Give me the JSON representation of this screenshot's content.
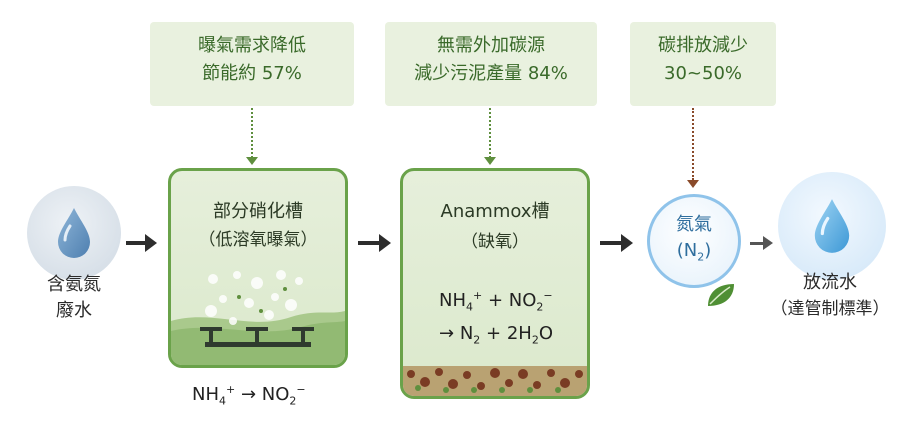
{
  "benefits": [
    {
      "line1": "曝氣需求降低",
      "line2": "節能約 57%"
    },
    {
      "line1": "無需外加碳源",
      "line2": "減少污泥產量 84%"
    },
    {
      "line1": "碳排放減少",
      "line2": "30~50%"
    }
  ],
  "input": {
    "line1": "含氨氮",
    "line2": "廢水"
  },
  "tank1": {
    "title": "部分硝化槽",
    "subtitle": "（低溶氧曝氣）",
    "eq": {
      "a": "NH",
      "a_sub": "4",
      "a_sup": "+",
      "arrow": "→",
      "b": "NO",
      "b_sub": "2",
      "b_sup": "−"
    }
  },
  "tank2": {
    "title": "Anammox槽",
    "subtitle": "（缺氧）",
    "eq1": {
      "a": "NH",
      "a_sub": "4",
      "a_sup": "+",
      "plus": "+",
      "b": "NO",
      "b_sub": "2",
      "b_sup": "−"
    },
    "eq2": {
      "arrow": "→",
      "a": "N",
      "a_sub": "2",
      "plus": "+",
      "b": "2H",
      "b_sub": "2",
      "b_tail": "O"
    }
  },
  "gas": {
    "line1": "氮氣",
    "line2_a": "(N",
    "line2_sub": "2",
    "line2_b": ")"
  },
  "output": {
    "line1": "放流水",
    "line2": "（達管制標準）"
  },
  "colors": {
    "green": "#6aa24a",
    "benefit_bg": "#e9f1df",
    "brown": "#8a4a2a",
    "blue": "#6aaee0"
  }
}
